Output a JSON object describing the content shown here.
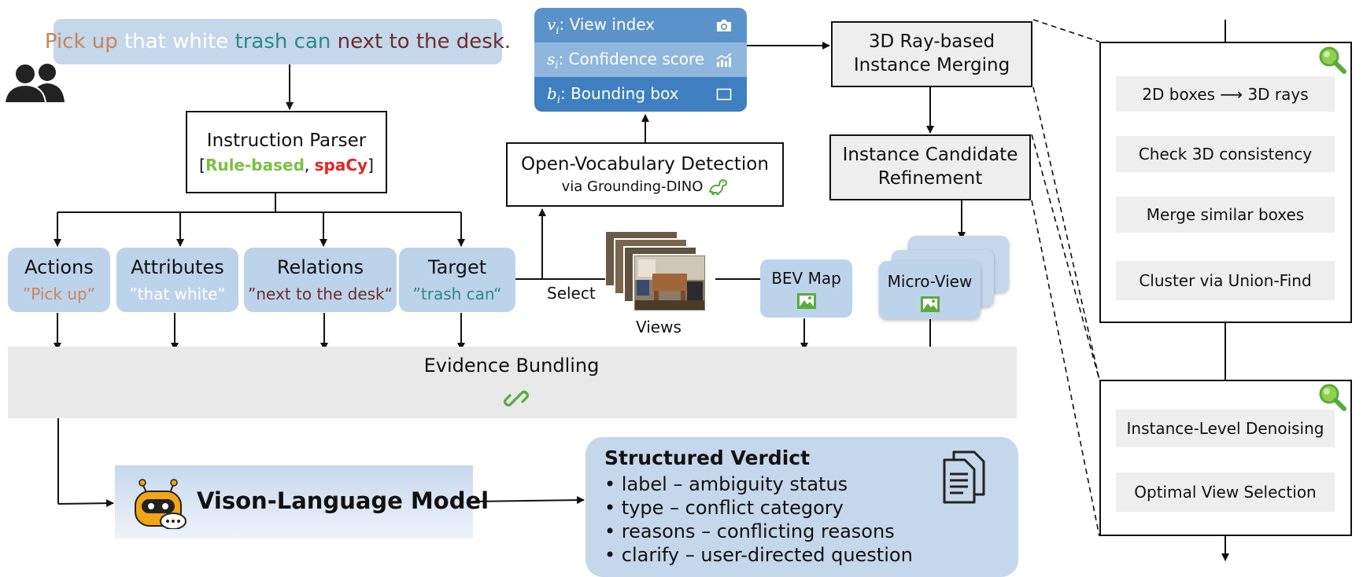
{
  "instruction": {
    "segments": [
      {
        "text": "Pick up",
        "color": "#c8845a"
      },
      {
        "text": " that white ",
        "color": "#ffffff"
      },
      {
        "text": "trash can",
        "color": "#2a8a85"
      },
      {
        "text": " next to the desk.",
        "color": "#6b2d2d"
      }
    ]
  },
  "parser": {
    "title": "Instruction Parser",
    "open_bracket": "[",
    "rule_based": "Rule-based",
    "comma": ", ",
    "spacy": "spaCy",
    "close_bracket": "]"
  },
  "chips": [
    {
      "label": "Actions",
      "quote": "”Pick up“",
      "color": "#c8845a"
    },
    {
      "label": "Attributes",
      "quote": "”that white“",
      "color": "#ffffff"
    },
    {
      "label": "Relations",
      "quote": "”next to the desk“",
      "color": "#6b2d2d"
    },
    {
      "label": "Target",
      "quote": "”trash can“",
      "color": "#2a8a85"
    }
  ],
  "select_label": "Select",
  "views_label": "Views",
  "bev_map_label": "BEV Map",
  "micro_view_label": "Micro-View",
  "info_card": {
    "rows": [
      {
        "symbol": "v",
        "sub": "i",
        "text": ": View index",
        "icon": "camera-icon",
        "bg": "#5a93c9"
      },
      {
        "symbol": "s",
        "sub": "i",
        "text": ": Confidence score",
        "icon": "chart-icon",
        "bg": "#8fb7dd"
      },
      {
        "symbol": "b",
        "sub": "i",
        "text": ": Bounding box",
        "icon": "square-icon",
        "bg": "#3f7fbf"
      }
    ]
  },
  "ovd": {
    "title": "Open-Vocabulary Detection",
    "sub": "via Grounding-DINO"
  },
  "ray_merge": {
    "line1": "3D Ray-based",
    "line2": "Instance Merging"
  },
  "refinement": {
    "line1": "Instance Candidate",
    "line2": "Refinement"
  },
  "evidence": {
    "title": "Evidence Bundling"
  },
  "vlm": {
    "label": "Vison-Language Model"
  },
  "verdict": {
    "title": "Structured Verdict",
    "items": [
      "• label – ambiguity status",
      "• type – conflict category",
      "• reasons – conflicting reasons",
      "• clarify – user-directed question"
    ]
  },
  "panel_top_steps": [
    "2D boxes ⟶ 3D rays",
    "Check 3D consistency",
    "Merge similar boxes",
    "Cluster via Union-Find"
  ],
  "panel_bottom_steps": [
    "Instance-Level Denoising",
    "Optimal View Selection"
  ],
  "colors": {
    "chip_blue": "#bdd3ea",
    "rule_based_green": "#7ac143",
    "spacy_red": "#e8231f",
    "evidence_gray": "#e9e9e9",
    "icon_green": "#5aab3c"
  }
}
